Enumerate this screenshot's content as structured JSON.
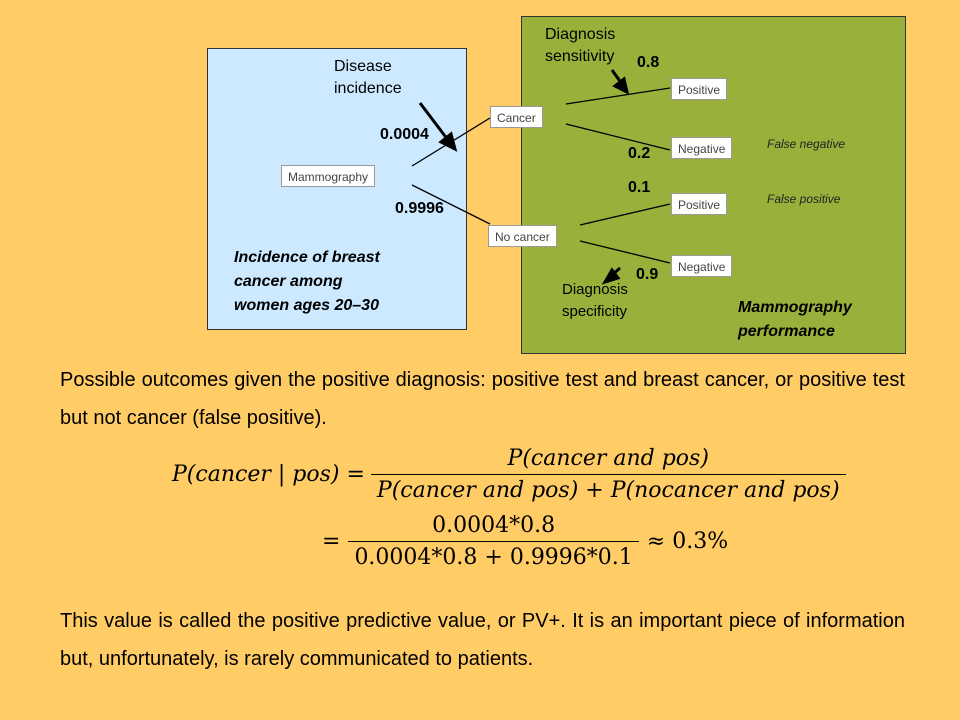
{
  "diagram": {
    "nodes": {
      "mammography": "Mammography",
      "cancer": "Cancer",
      "no_cancer": "No cancer",
      "positive_1": "Positive",
      "negative_1": "Negative",
      "positive_2": "Positive",
      "negative_2": "Negative"
    },
    "labels": {
      "disease_incidence": "Disease\nincidence",
      "diagnosis_sensitivity": "Diagnosis\nsensitivity",
      "diagnosis_specificity": "Diagnosis\nspecificity",
      "false_negative": "False negative",
      "false_positive": "False positive",
      "incidence_caption": "Incidence of breast\ncancer among\nwomen ages 20–30",
      "performance_caption": "Mammography\nperformance"
    },
    "probabilities": {
      "p_cancer": "0.0004",
      "p_no_cancer": "0.9996",
      "p_sens": "0.8",
      "p_false_neg": "0.2",
      "p_false_pos": "0.1",
      "p_spec": "0.9"
    }
  },
  "text": {
    "intro": "Possible outcomes given the positive diagnosis: positive test and breast cancer, or positive test but not cancer (false positive).",
    "pv_note": "This value is called the positive predictive value, or PV+. It is an important piece of information but, unfortunately, is rarely communicated to patients."
  },
  "formula": {
    "lhs": "P(cancer | pos) =",
    "numerator": "P(cancer and pos)",
    "denominator": "P(cancer and pos) + P(nocancer and pos)",
    "eq2": "=",
    "num2": "0.0004*0.8",
    "den2": "0.0004*0.8 + 0.9996*0.1",
    "approx": "≈ 0.3%"
  }
}
